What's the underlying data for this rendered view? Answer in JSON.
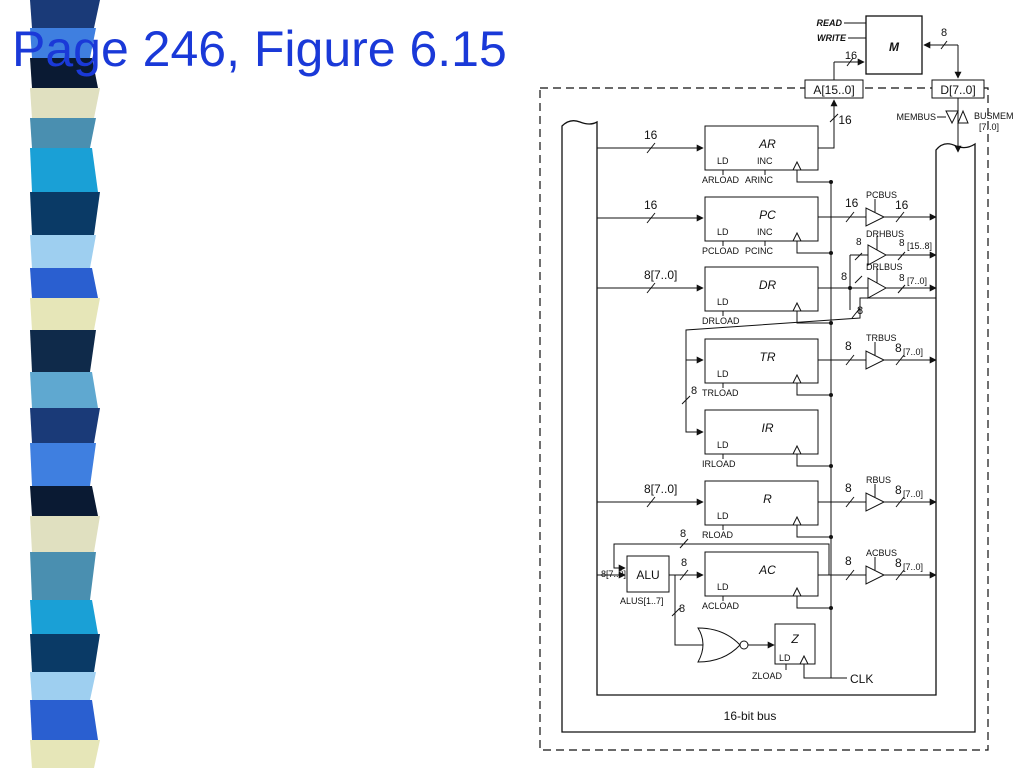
{
  "slide": {
    "title": "Page 246, Figure 6.15"
  },
  "colors": {
    "title": "#1a39d8",
    "stripe": [
      "#1a3a78",
      "#3f7fe0",
      "#0a1a33",
      "#e0e0c0",
      "#4a8fb0",
      "#1aa0d6",
      "#0a3a66",
      "#9ecff0",
      "#2a5fd0",
      "#e6e6b8",
      "#0f2a4a",
      "#5fa8d0"
    ]
  },
  "diagram": {
    "memory": {
      "control_read": "READ",
      "control_write": "WRITE",
      "label": "M",
      "data_width": "8",
      "addr_width": "16"
    },
    "address_reg": {
      "label": "A[15..0]",
      "bus_width": "16"
    },
    "data_reg": {
      "label": "D[7..0]",
      "membus": "MEMBUS",
      "busmem": "BUSMEM",
      "busmem_bits": "[7..0]"
    },
    "registers": [
      {
        "name": "AR",
        "ld": "LD",
        "inc": "INC",
        "load_sig": "ARLOAD",
        "inc_sig": "ARINC",
        "in_width": "16"
      },
      {
        "name": "PC",
        "ld": "LD",
        "inc": "INC",
        "load_sig": "PCLOAD",
        "inc_sig": "PCINC",
        "in_width": "16",
        "out_width": "16",
        "bus": "PCBUS",
        "bus_width": "16"
      },
      {
        "name": "DR",
        "ld": "LD",
        "load_sig": "DRLOAD",
        "in_width": "8[7..0]",
        "out_width": "8"
      },
      {
        "name": "TR",
        "ld": "LD",
        "load_sig": "TRLOAD",
        "out_width": "8",
        "bus": "TRBUS",
        "bus_width": "8",
        "bus_bits": "[7..0]"
      },
      {
        "name": "IR",
        "ld": "LD",
        "load_sig": "IRLOAD"
      },
      {
        "name": "R",
        "ld": "LD",
        "load_sig": "RLOAD",
        "in_width": "8[7..0]",
        "out_width": "8",
        "bus": "RBUS",
        "bus_width": "8",
        "bus_bits": "[7..0]"
      },
      {
        "name": "AC",
        "ld": "LD",
        "load_sig": "ACLOAD",
        "in_width": "8",
        "out_width": "8",
        "bus": "ACBUS",
        "bus_width": "8",
        "bus_bits": "[7..0]"
      }
    ],
    "dr_buses": {
      "drh": {
        "bus": "DRHBUS",
        "width": "8",
        "bits": "[15..8]"
      },
      "drl": {
        "bus": "DRLBUS",
        "width": "8",
        "bits": "[7..0]"
      },
      "to_bus_width": "8",
      "tr_ir_width": "8"
    },
    "alu": {
      "label": "ALU",
      "in_label": "8[7..0]",
      "ctrl": "ALUS[1..7]",
      "feedback_width": "8",
      "z_width": "8"
    },
    "z_reg": {
      "label": "Z",
      "ld": "LD",
      "load_sig": "ZLOAD"
    },
    "clock": "CLK",
    "bus_label": "16-bit bus"
  }
}
